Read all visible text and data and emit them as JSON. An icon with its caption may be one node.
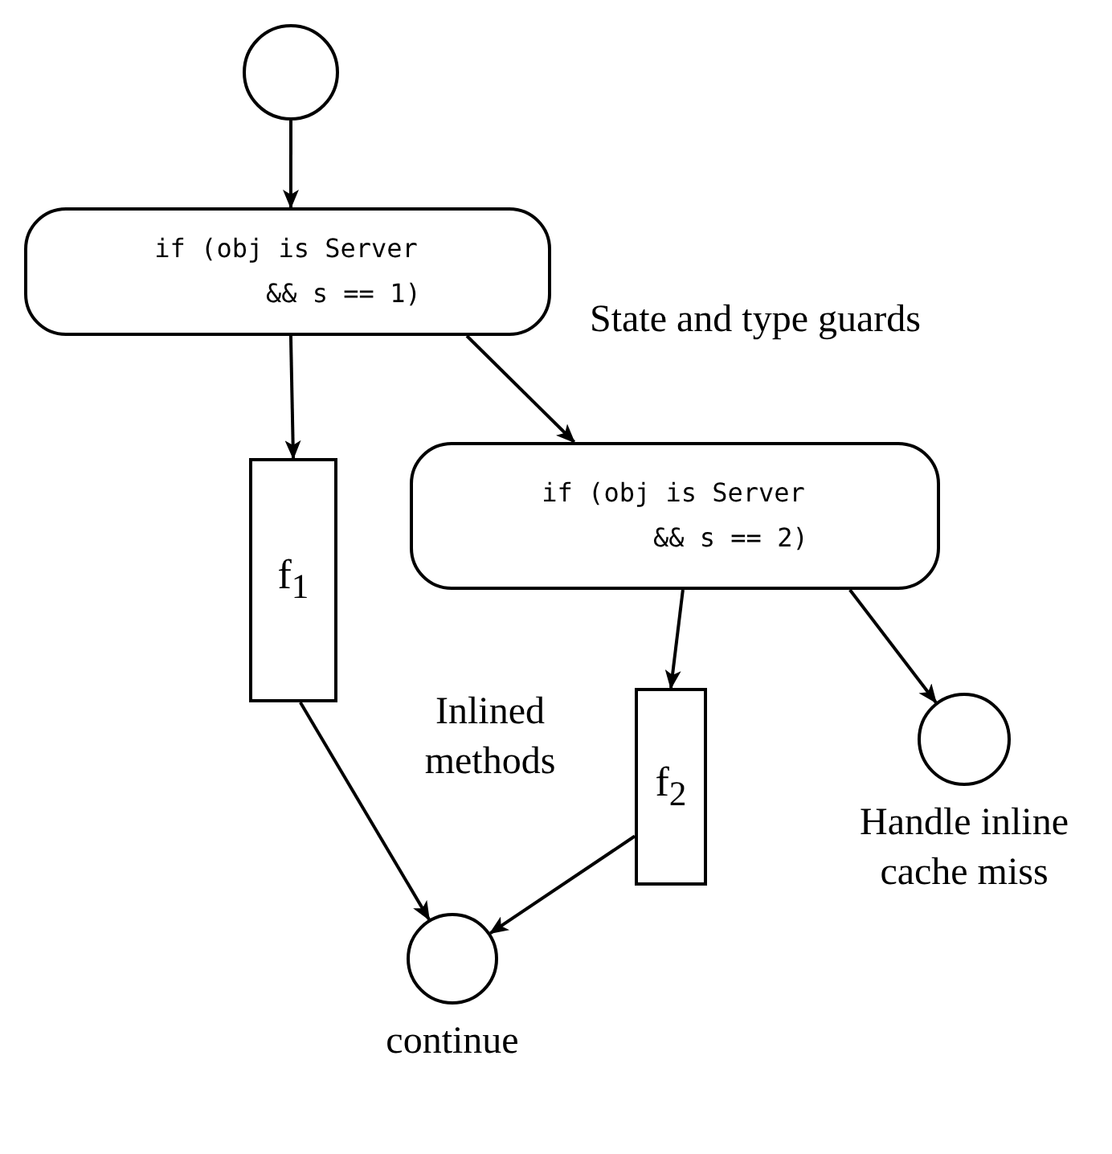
{
  "diagram": {
    "nodes": [
      {
        "text": [],
        "shape": "circle"
      },
      {
        "text": [
          "if (obj is Server && s == 1)"
        ]
      },
      {
        "text": [
          "f$_{1}$"
        ]
      },
      {
        "text": [
          "if (obj is Server && s == 2)"
        ]
      },
      {
        "text": [
          "f$_{2}$"
        ]
      },
      {
        "text": [],
        "shape": "circle",
        "beside": [
          "Handle inline cache miss"
        ]
      },
      {
        "text": [],
        "shape": "circle",
        "beside": [
          "continue"
        ]
      }
    ],
    "edges": [
      {
        "from": 0,
        "to": 1,
        "arrow": "to"
      },
      {
        "from": 1,
        "to": 2,
        "arrow": "to"
      },
      {
        "from": 1,
        "to": 3,
        "arrow": "to"
      },
      {
        "from": 3,
        "to": 4,
        "arrow": "to"
      },
      {
        "from": 3,
        "to": 5,
        "arrow": "to"
      },
      {
        "from": 2,
        "to": 6,
        "arrow": "to"
      },
      {
        "from": 4,
        "to": 6,
        "arrow": "to"
      }
    ],
    "labels": [
      "State and type guards",
      "Inlined methods"
    ]
  }
}
